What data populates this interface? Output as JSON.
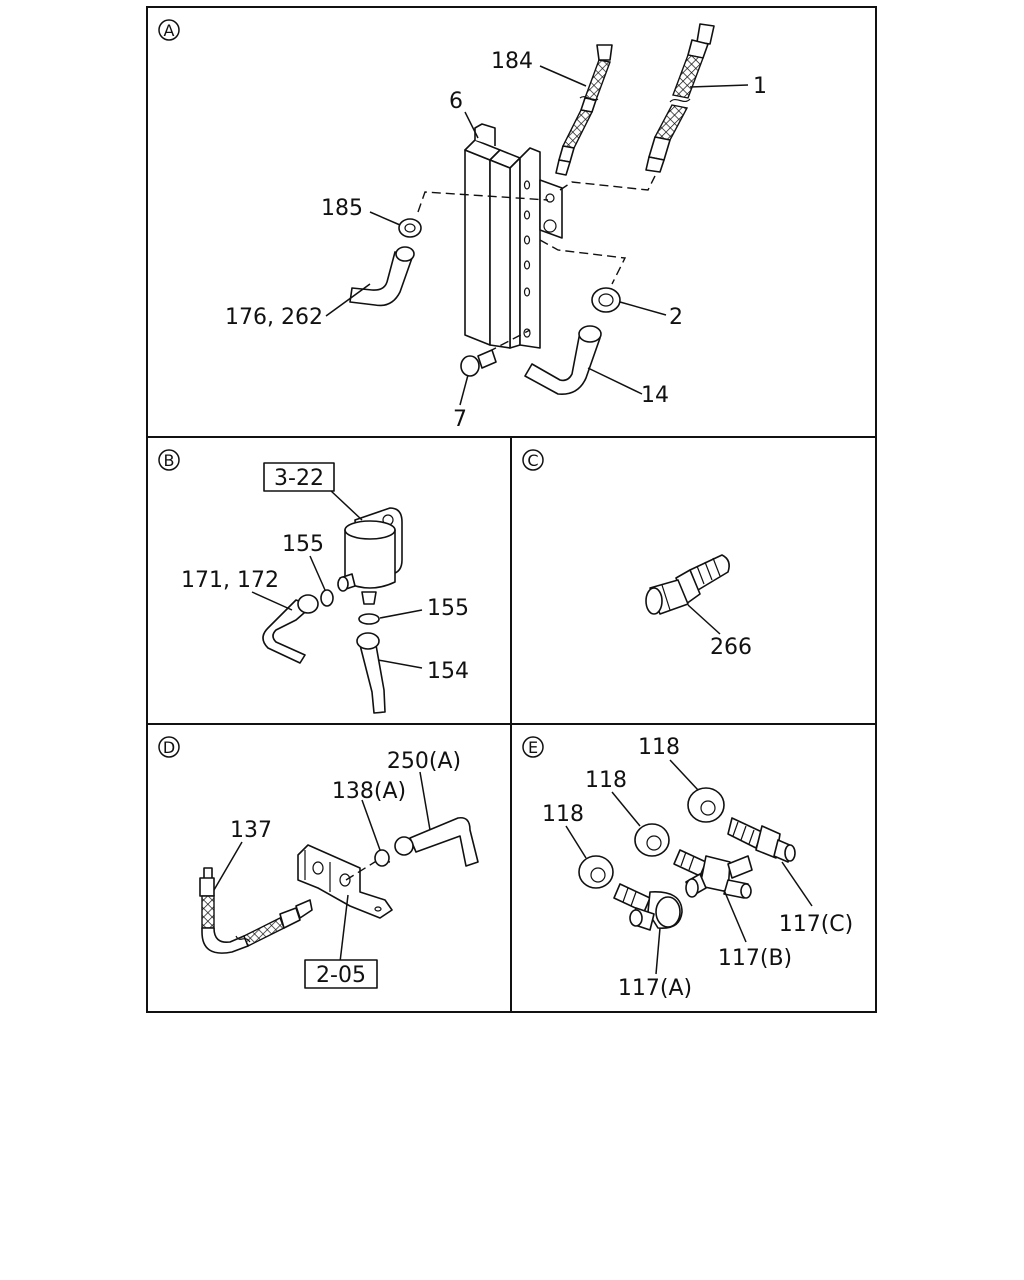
{
  "sections": {
    "A": {
      "letter": "A",
      "labels": {
        "l184": "184",
        "l1": "1",
        "l6": "6",
        "l185": "185",
        "l176": "176, 262",
        "l2": "2",
        "l14": "14",
        "l7": "7"
      }
    },
    "B": {
      "letter": "B",
      "labels": {
        "l322": "3-22",
        "l155a": "155",
        "l171": "171, 172",
        "l155b": "155",
        "l154": "154"
      }
    },
    "C": {
      "letter": "C",
      "labels": {
        "l266": "266"
      }
    },
    "D": {
      "letter": "D",
      "labels": {
        "l250": "250(A)",
        "l138": "138(A)",
        "l137": "137",
        "l205": "2-05"
      }
    },
    "E": {
      "letter": "E",
      "labels": {
        "l118a": "118",
        "l118b": "118",
        "l118c": "118",
        "l117c": "117(C)",
        "l117b": "117(B)",
        "l117a": "117(A)"
      }
    }
  }
}
